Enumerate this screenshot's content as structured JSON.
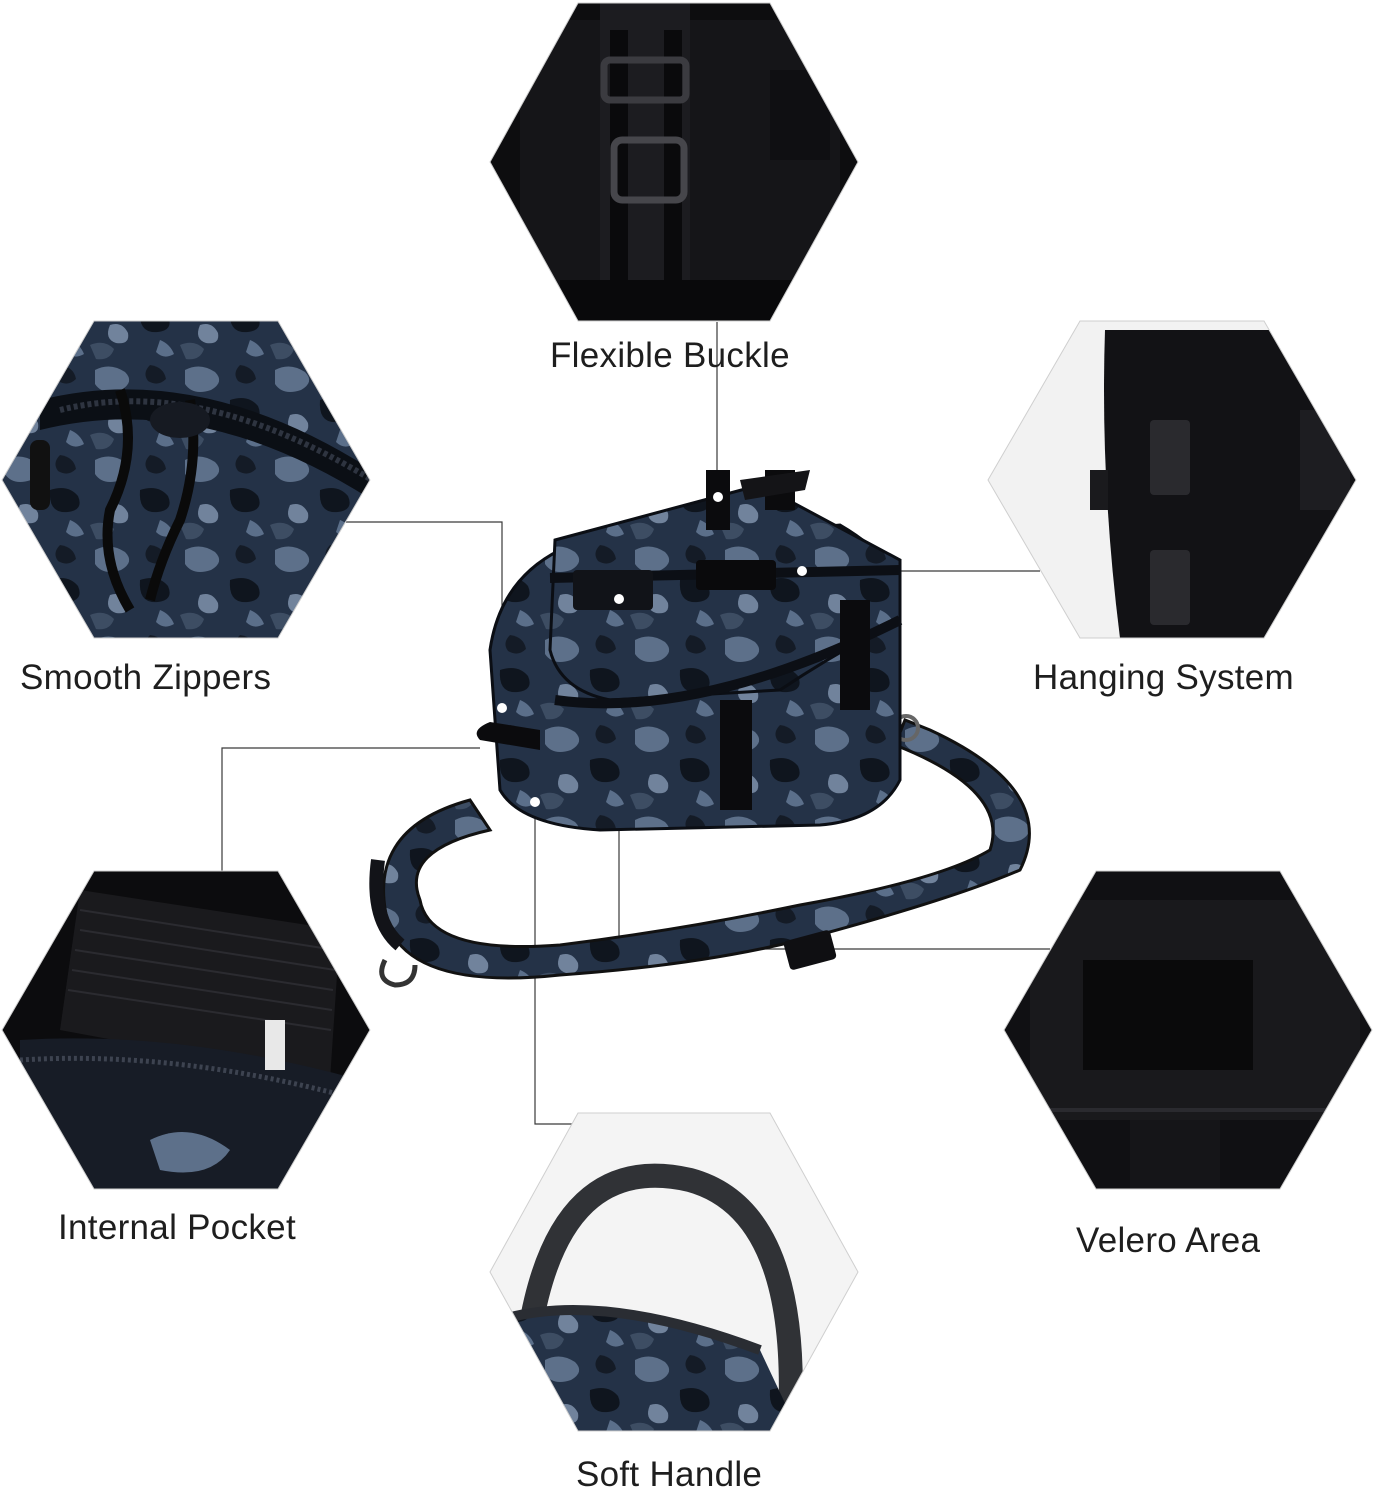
{
  "features": {
    "flexible_buckle": "Flexible Buckle",
    "smooth_zippers": "Smooth Zippers",
    "hanging_system": "Hanging System",
    "internal_pocket": "Internal Pocket",
    "velcro_area": "Velero Area",
    "soft_handle": "Soft Handle"
  },
  "colors": {
    "background": "#ffffff",
    "bag_base": "#1f2a3a",
    "camo_light": "#5b6f8a",
    "camo_dark": "#0e131b",
    "leader_line": "#333333"
  }
}
